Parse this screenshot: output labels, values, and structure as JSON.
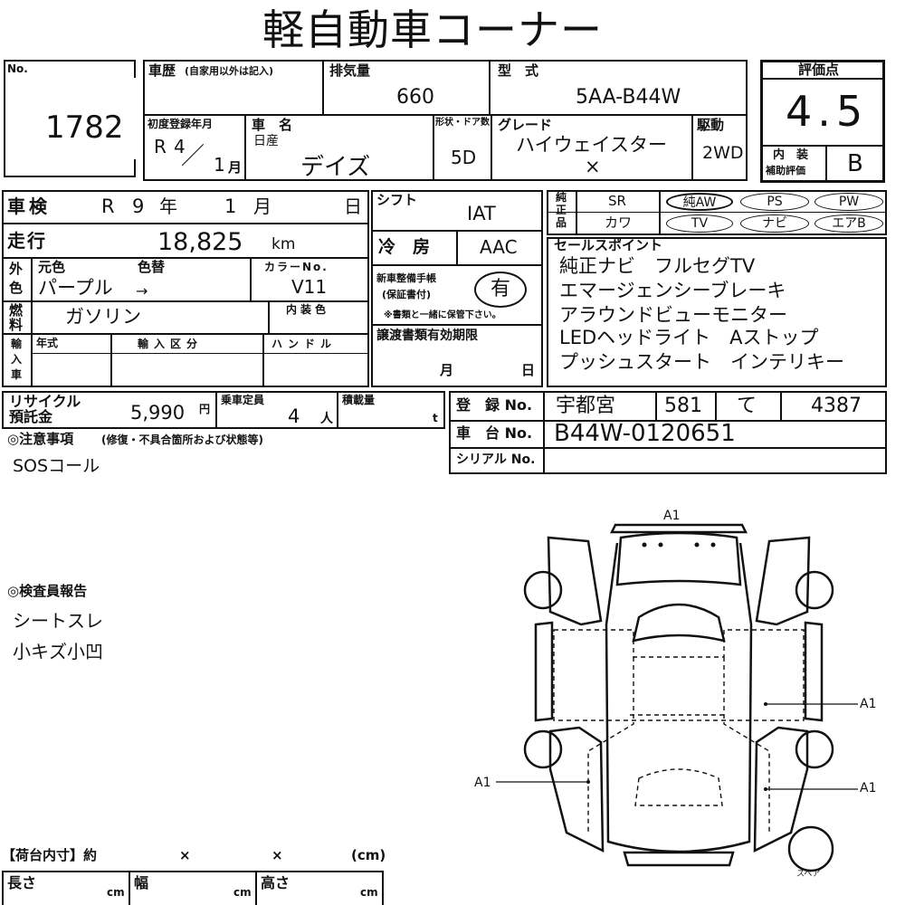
{
  "title": "軽自動車コーナー",
  "no": {
    "label": "No.",
    "value": "1782"
  },
  "history": {
    "label": "車歴",
    "sub": "(自家用以外は記入)"
  },
  "displacement": {
    "label": "排気量",
    "value": "660"
  },
  "model": {
    "label": "型　式",
    "value": "5AA-B44W"
  },
  "rating": {
    "label": "評価点",
    "value": "4.5",
    "interior_label_1": "内　装",
    "interior_label_2": "補助評価",
    "interior_value": "B"
  },
  "first_reg": {
    "label": "初度登録年月",
    "era": "R",
    "year": "4",
    "slash": "／",
    "month": "1",
    "month_unit": "月"
  },
  "car_name": {
    "label": "車　名",
    "maker": "日産",
    "value": "デイズ"
  },
  "shape_door": {
    "label": "形状・ドア数",
    "value": "5D"
  },
  "grade": {
    "label": "グレード",
    "value": "ハイウェイスター",
    "value2": "×"
  },
  "drive": {
    "label": "駆動",
    "value": "2WD"
  },
  "inspection": {
    "label": "車検",
    "era": "R",
    "year": "9",
    "year_unit": "年",
    "month": "1",
    "month_unit": "月",
    "day_unit": "日"
  },
  "shift": {
    "label": "シフト",
    "value": "IAT"
  },
  "equip": {
    "label_1": "純",
    "label_2": "正",
    "label_3": "品",
    "sr": "SR",
    "kawa": "カワ",
    "items": [
      "純AW",
      "PS",
      "PW",
      "TV",
      "ナビ",
      "エアB"
    ]
  },
  "mileage": {
    "label": "走行",
    "value": "18,825",
    "unit": "km"
  },
  "ac": {
    "label": "冷　房",
    "value": "AAC"
  },
  "color": {
    "side_1": "外",
    "side_2": "色",
    "original_label": "元色",
    "change_label": "色替",
    "original": "パープル",
    "arrow": "→",
    "code_label": "カラーNo.",
    "code": "V11",
    "interior_label": "内装色"
  },
  "warranty": {
    "label_1": "新車整備手帳",
    "label_2": "(保証書付)",
    "value": "有",
    "note": "※書類と一緒に保管下さい。"
  },
  "fuel": {
    "side_1": "燃",
    "side_2": "料",
    "value": "ガソリン"
  },
  "import": {
    "side_1": "輸",
    "side_2": "入",
    "side_3": "車",
    "year_label": "年式",
    "category_label": "輸入区分",
    "handle_label": "ハンドル"
  },
  "transfer": {
    "label": "譲渡書類有効期限",
    "month_unit": "月",
    "day_unit": "日"
  },
  "sales_points": {
    "label": "セールスポイント",
    "lines": [
      "純正ナビ　フルセグTV",
      "エマージェンシーブレーキ",
      "アラウンドビューモニター",
      "LEDヘッドライト　Aストップ",
      "プッシュスタート　インテリキー"
    ]
  },
  "recycle": {
    "label_1": "リサイクル",
    "label_2": "預託金",
    "value": "5,990",
    "unit": "円"
  },
  "capacity": {
    "label": "乗車定員",
    "value": "4",
    "unit": "人"
  },
  "load": {
    "label": "積載量",
    "unit": "t"
  },
  "registration": {
    "label": "登　録 No.",
    "area": "宇都宮",
    "class": "581",
    "kana": "て",
    "number": "4387"
  },
  "chassis": {
    "label": "車　台 No.",
    "value": "B44W-0120651"
  },
  "serial": {
    "label": "シリアル No."
  },
  "notes": {
    "label": "◎注意事項",
    "sub": "(修復・不具合箇所および状態等)",
    "value": "SOSコール"
  },
  "inspector": {
    "label": "◎検査員報告",
    "lines": [
      "シートスレ",
      "小キズ小凹"
    ]
  },
  "diagram_marks": [
    "A1",
    "A1",
    "A1",
    "A1"
  ],
  "spare_label": "スペア",
  "cargo": {
    "label": "【荷台内寸】約",
    "x1": "×",
    "x2": "×",
    "unit": "(cm)",
    "length": "長さ",
    "width": "幅",
    "height": "高さ",
    "cm": "cm"
  }
}
